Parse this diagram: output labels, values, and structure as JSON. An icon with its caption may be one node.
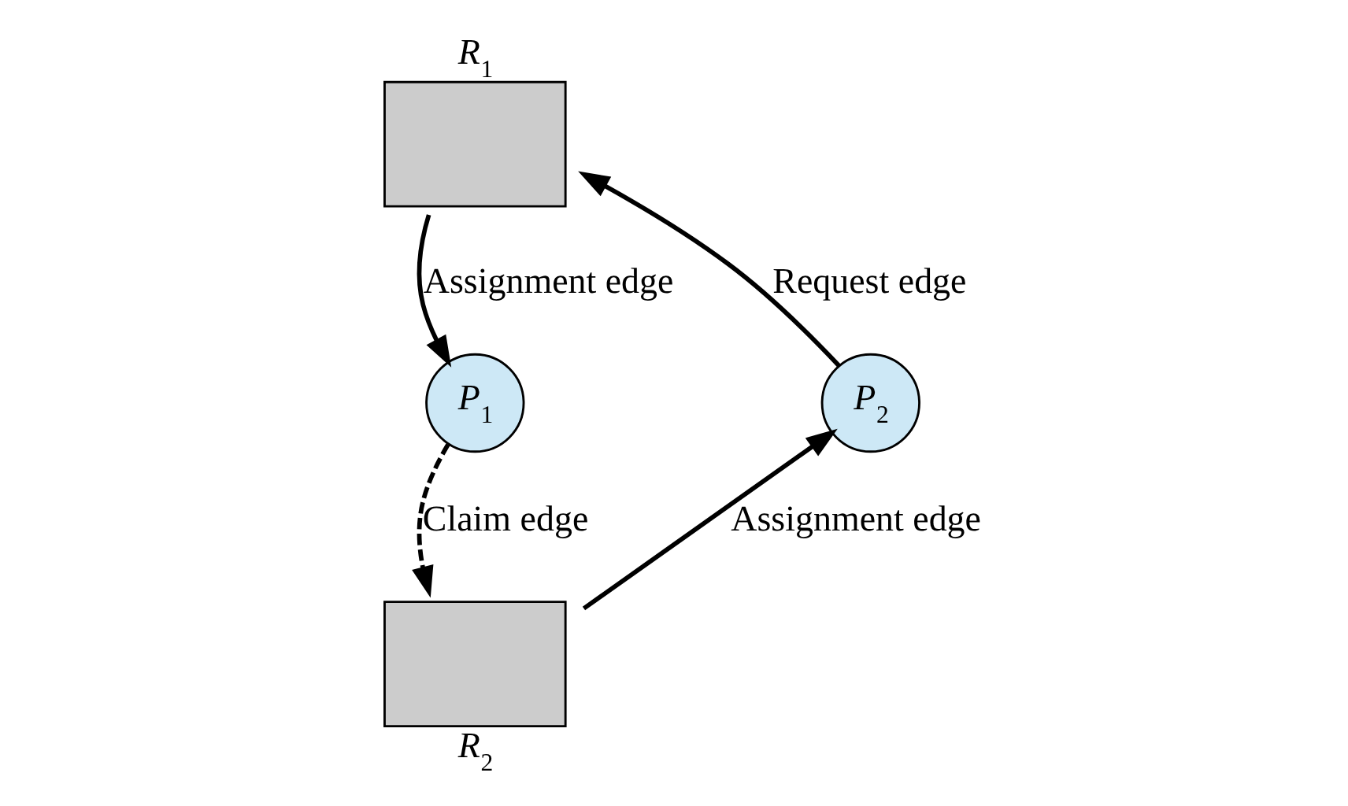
{
  "diagram": {
    "nodes": [
      {
        "text": [
          "R$_{1}$"
        ]
      },
      {
        "text": [
          "P$_{1}$"
        ]
      },
      {
        "text": [
          "P$_{2}$"
        ]
      },
      {
        "text": [
          "R$_{2}$"
        ]
      }
    ],
    "edges": [
      {
        "from": 0,
        "to": 1,
        "arrow": "to",
        "label": "Assignment edge"
      },
      {
        "from": 2,
        "to": 0,
        "arrow": "to",
        "label": "Request edge"
      },
      {
        "from": 1,
        "to": 3,
        "arrow": "to",
        "label": "Claim edge",
        "style": "dashed"
      },
      {
        "from": 3,
        "to": 2,
        "arrow": "to",
        "label": "Assignment edge"
      }
    ]
  }
}
